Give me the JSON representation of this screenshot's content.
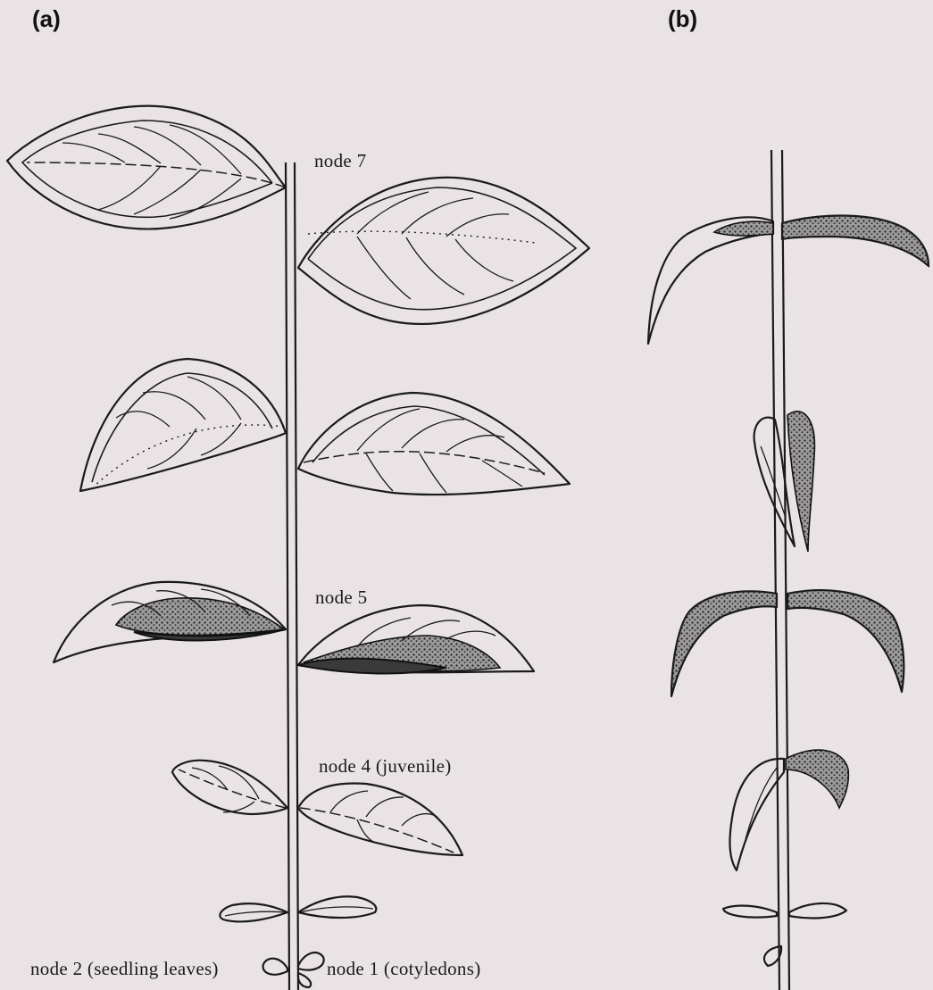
{
  "panels": {
    "a": "(a)",
    "b": "(b)"
  },
  "nodes": {
    "node7": "node 7",
    "node5": "node 5",
    "node4": "node 4 (juvenile)",
    "node2": "node 2 (seedling leaves)",
    "node1": "node 1 (cotyledons)"
  }
}
